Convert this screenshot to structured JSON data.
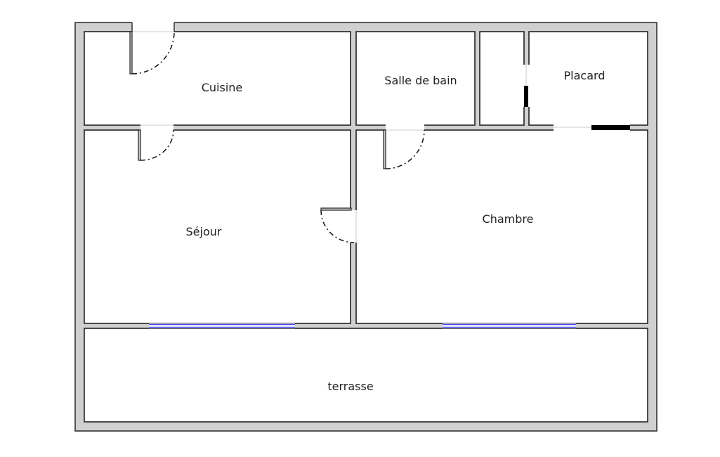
{
  "plan": {
    "rooms": {
      "cuisine": "Cuisine",
      "salle_de_bain": "Salle de bain",
      "placard": "Placard",
      "sejour": "Séjour",
      "chambre": "Chambre",
      "terrasse": "terrasse"
    },
    "colors": {
      "wall": "#d0d0d0",
      "window": "#4444ee",
      "outline": "#222222"
    }
  }
}
